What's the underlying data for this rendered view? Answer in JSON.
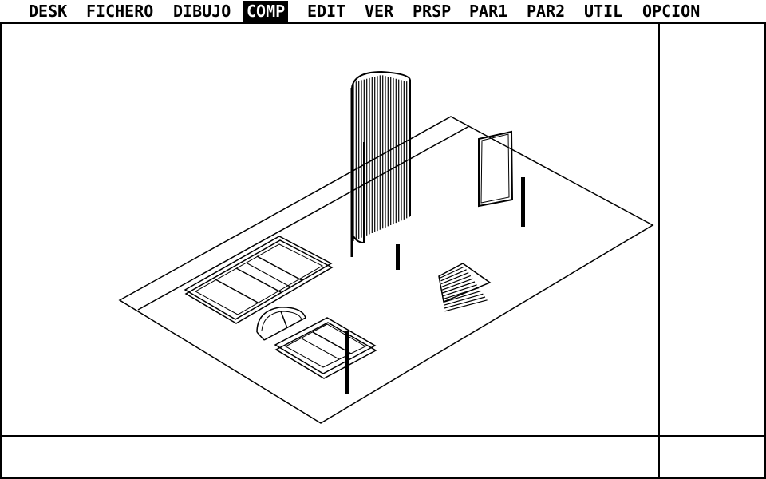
{
  "menubar": {
    "items": [
      {
        "label": "DESK",
        "active": false
      },
      {
        "label": "FICHERO",
        "active": false
      },
      {
        "label": "DIBUJO",
        "active": false
      },
      {
        "label": "COMP",
        "active": true
      },
      {
        "label": "EDIT",
        "active": false
      },
      {
        "label": "VER",
        "active": false
      },
      {
        "label": "PRSP",
        "active": false
      },
      {
        "label": "PAR1",
        "active": false
      },
      {
        "label": "PAR2",
        "active": false
      },
      {
        "label": "UTIL",
        "active": false
      },
      {
        "label": "OPCION",
        "active": false
      }
    ]
  },
  "colors": {
    "foreground": "#000000",
    "background": "#ffffff"
  }
}
